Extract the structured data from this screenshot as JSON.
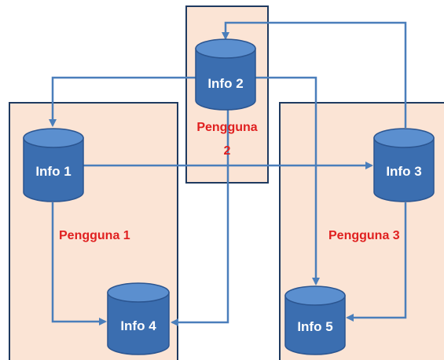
{
  "nodes": {
    "info1": {
      "label": "Info 1"
    },
    "info2": {
      "label": "Info 2"
    },
    "info3": {
      "label": "Info 3"
    },
    "info4": {
      "label": "Info 4"
    },
    "info5": {
      "label": "Info 5"
    }
  },
  "users": {
    "user1": {
      "label": "Pengguna 1"
    },
    "user2": {
      "label_line1": "Pengguna",
      "label_line2": "2"
    },
    "user3": {
      "label": "Pengguna 3"
    }
  },
  "colors": {
    "user_box_fill": "#fbe4d5",
    "user_box_border": "#1f3a60",
    "cylinder": "#3b6eb0",
    "arrow": "#4a7ebb",
    "user_label": "#e02020"
  },
  "connections": [
    {
      "from": "Info 2",
      "to": "Info 1"
    },
    {
      "from": "Info 2",
      "to": "Info 5"
    },
    {
      "from": "Info 2",
      "to": "Info 4"
    },
    {
      "from": "Info 3",
      "to": "Info 2"
    },
    {
      "from": "Info 1",
      "to": "Info 3"
    },
    {
      "from": "Info 1",
      "to": "Info 4"
    },
    {
      "from": "Info 3",
      "to": "Info 5"
    }
  ]
}
